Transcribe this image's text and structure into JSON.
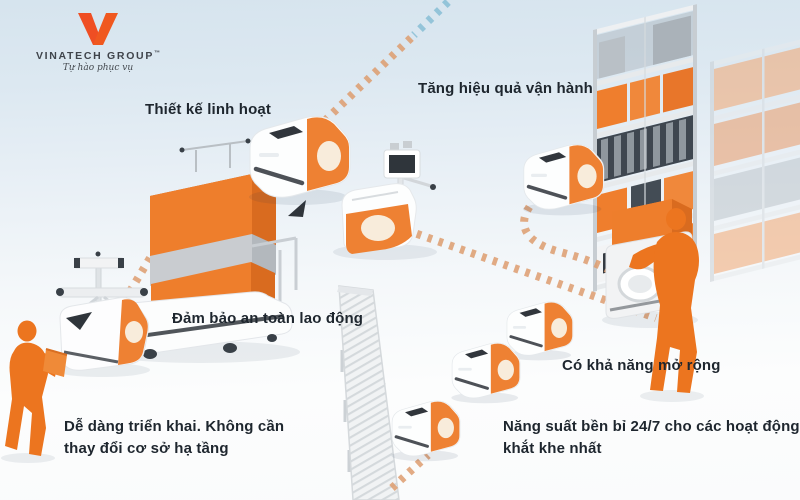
{
  "brand": {
    "name": "VINATECH GROUP",
    "trademark": "™",
    "tagline": "Tự hào phục vụ"
  },
  "labels": {
    "flexible_design": "Thiết kế linh hoạt",
    "operational_efficiency": "Tăng hiệu quả vận hành",
    "labor_safety": "Đảm bảo an toàn lao động",
    "easy_deployment": "Dễ dàng triển khai. Không cần\nthay đổi cơ sở hạ tầng",
    "scalability": "Có khả năng mở rộng",
    "durability_24_7": "Năng suất bền bỉ 24/7 cho các hoạt động\nkhắt khe nhất"
  },
  "colors": {
    "accent_orange": "#ee7b27",
    "bin_orange": "#ee7e2c",
    "path_orange": "#dd9c6e",
    "path_blue": "#8cc0d6",
    "text_dark": "#1e262e",
    "background_sky": "#d6e4ee",
    "background_floor": "#fbfcfd"
  },
  "icons": [
    {
      "name": "vinatech-v-logo-icon",
      "meaning": "brand V mark"
    },
    {
      "name": "agv-robot-icon",
      "meaning": "autonomous mobile robot"
    },
    {
      "name": "storage-rack-icon",
      "meaning": "warehouse shelving with bins"
    },
    {
      "name": "conveyor-belt-icon",
      "meaning": "roller conveyor"
    },
    {
      "name": "worker-icon",
      "meaning": "warehouse worker silhouette"
    },
    {
      "name": "guide-path-icon",
      "meaning": "robot navigation dashed path"
    }
  ]
}
